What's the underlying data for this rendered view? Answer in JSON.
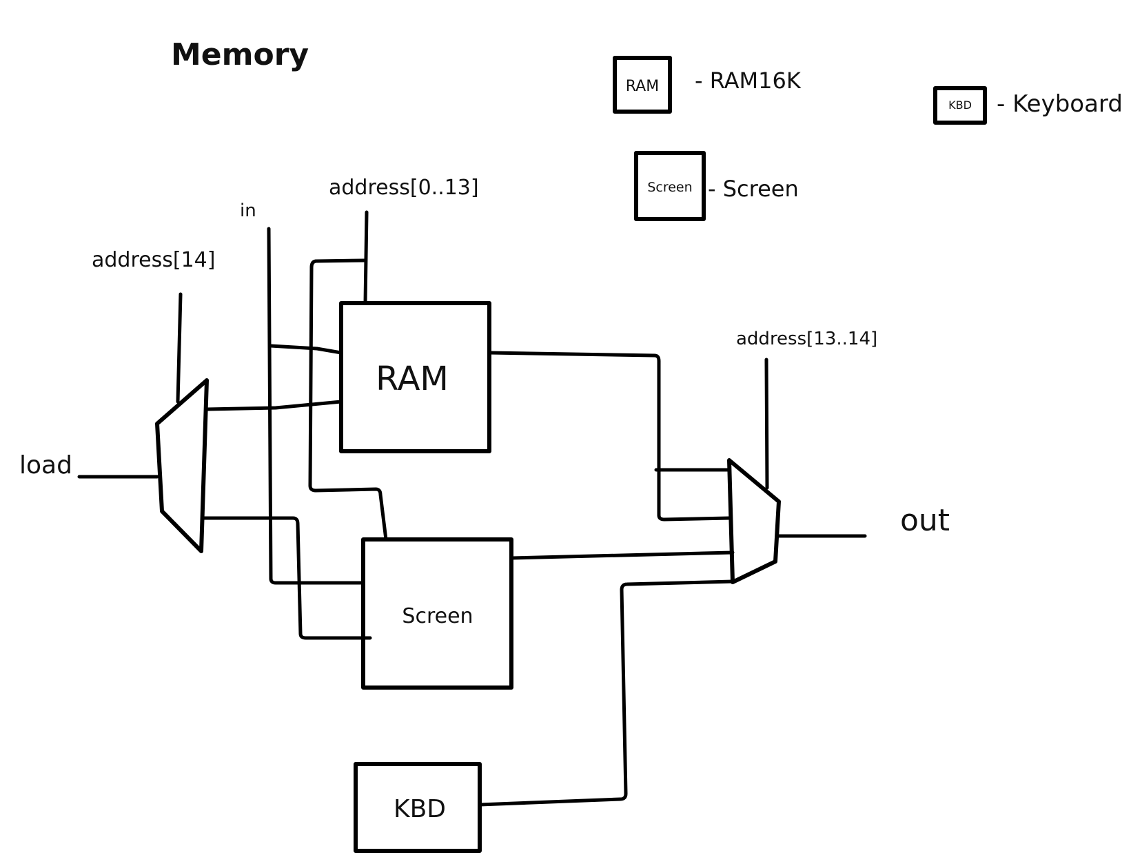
{
  "title": "Memory",
  "legend": [
    {
      "box_text": "RAM",
      "description": "- RAM16K"
    },
    {
      "box_text": "Screen",
      "description": "- Screen"
    },
    {
      "box_text": "KBD",
      "description": "- Keyboard"
    }
  ],
  "inputs": {
    "address_0_13": "address[0..13]",
    "in": "in",
    "address_14": "address[14]",
    "load": "load",
    "address_13_14": "address[13..14]"
  },
  "components": {
    "ram": "RAM",
    "screen": "Screen",
    "kbd": "KBD"
  },
  "output": "out"
}
